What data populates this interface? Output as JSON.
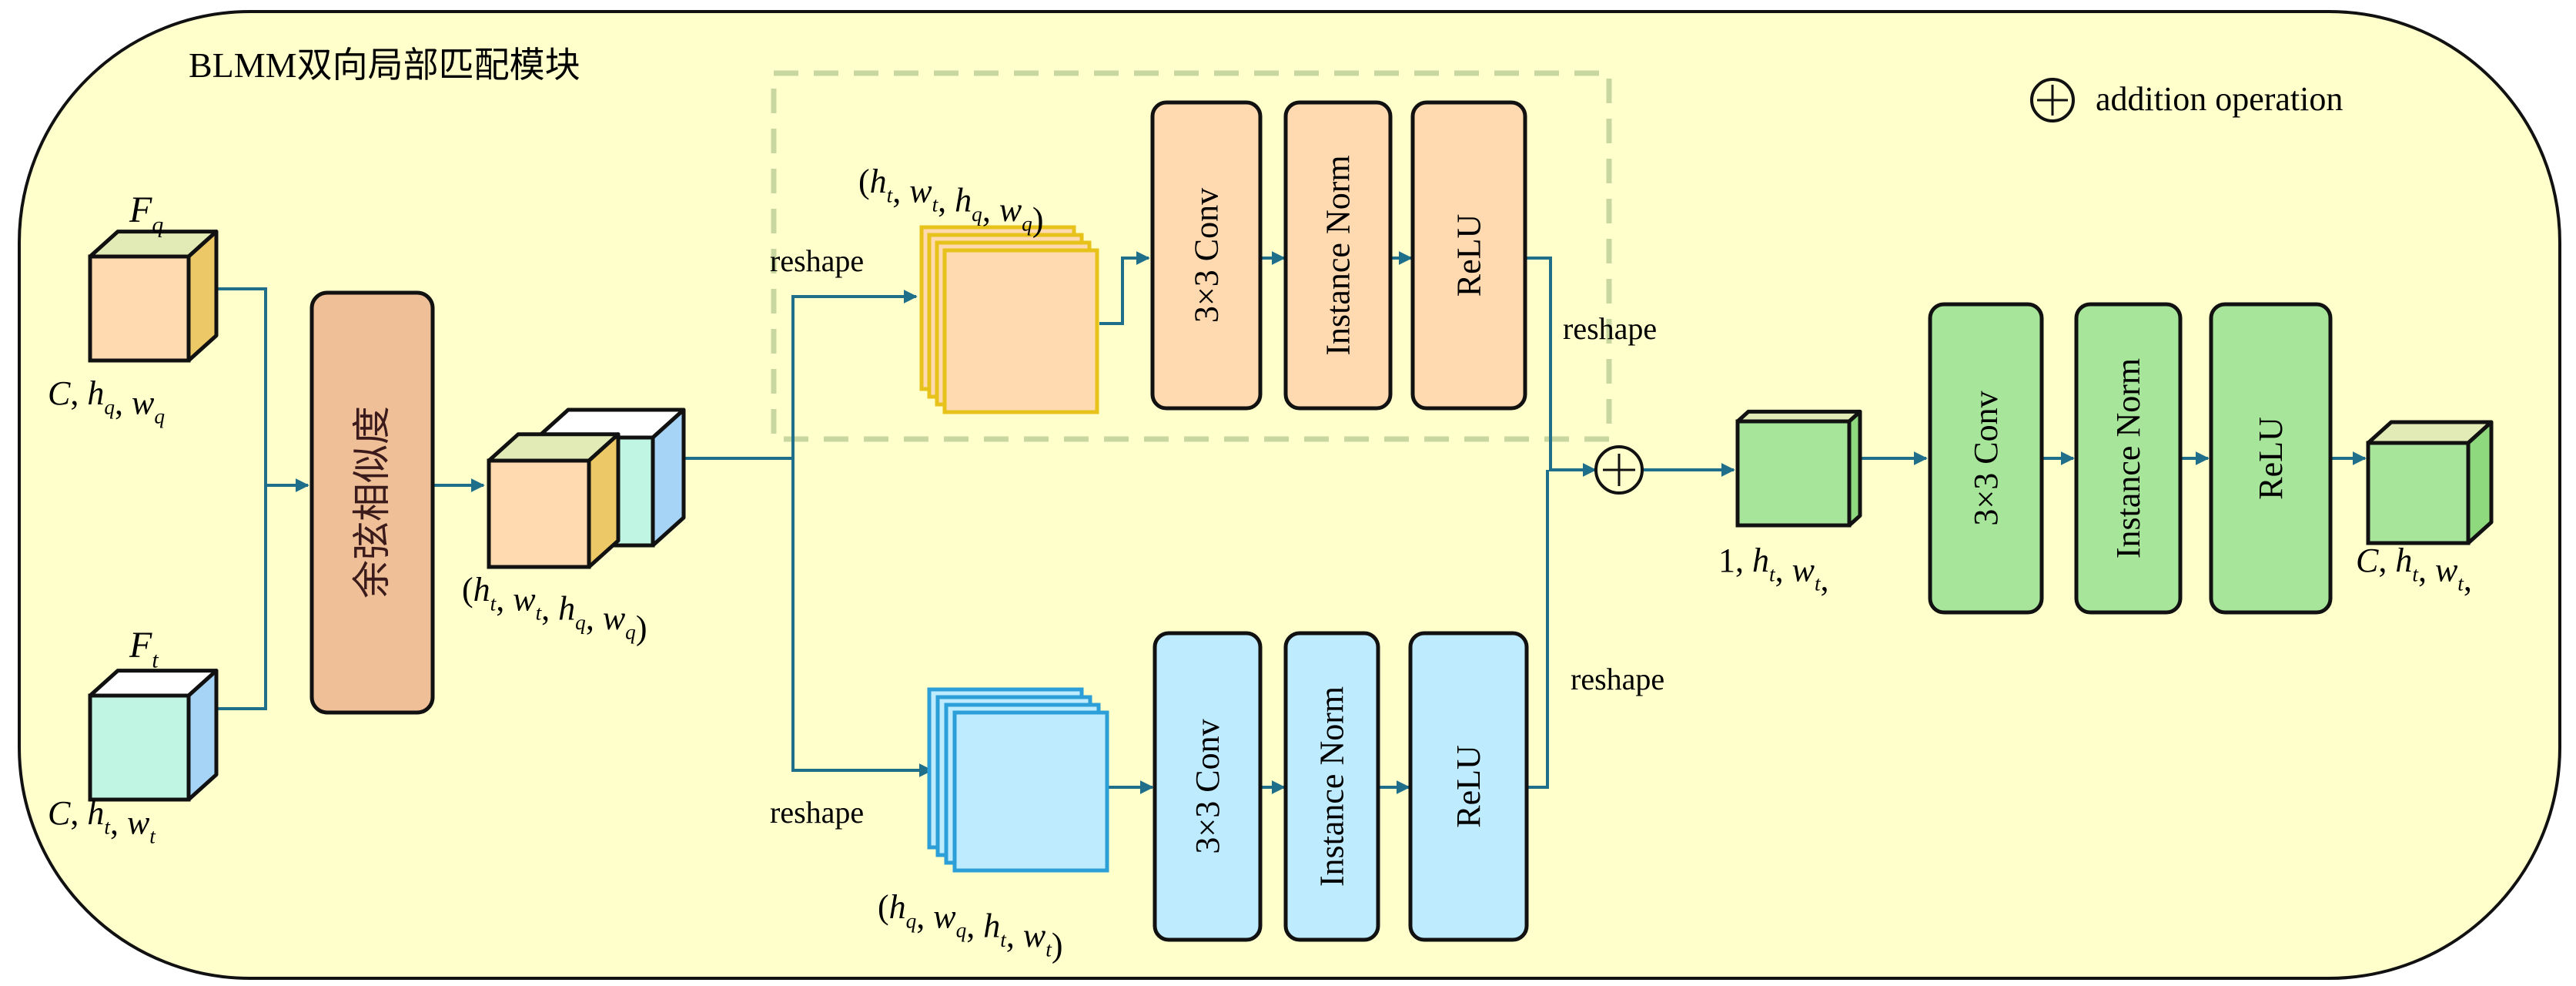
{
  "title": "BLMM双向局部匹配模块",
  "legend": {
    "symbol": "⊕",
    "label": "addition operation"
  },
  "colors": {
    "background": "#FFFFCC",
    "border": "#111111",
    "arrow": "#1F6F8B",
    "dashed_box": "#C8D7A0",
    "query_front": "#FFD9B0",
    "query_top": "#E2EBB6",
    "query_side": "#EDC866",
    "target_front": "#BFF5E2",
    "target_top": "#FFFFFF",
    "target_side": "#A6D4F7",
    "cosine_box": "#EFBF98",
    "orange_box": "#FFD9B0",
    "orange_stack_border": "#E6C21A",
    "blue_box": "#BFEBFF",
    "blue_stack_border": "#2D9FD8",
    "green_box": "#A6E59A",
    "green_side": "#8ED87E",
    "green_top": "#E2EBB6"
  },
  "inputs": {
    "query": {
      "name": "F",
      "sub": "q",
      "dims": [
        {
          "t": "C"
        },
        {
          "t": "h",
          "s": "q"
        },
        {
          "t": "w",
          "s": "q"
        }
      ]
    },
    "target": {
      "name": "F",
      "sub": "t",
      "dims": [
        {
          "t": "C"
        },
        {
          "t": "h",
          "s": "t"
        },
        {
          "t": "w",
          "s": "t"
        }
      ]
    }
  },
  "cosine_block": {
    "label": "余弦相似度"
  },
  "similarity_dims": [
    {
      "t": "h",
      "s": "t"
    },
    {
      "t": "w",
      "s": "t"
    },
    {
      "t": "h",
      "s": "q"
    },
    {
      "t": "w",
      "s": "q"
    }
  ],
  "upper_branch": {
    "reshape_in": "reshape",
    "dims": [
      {
        "t": "h",
        "s": "t"
      },
      {
        "t": "w",
        "s": "t"
      },
      {
        "t": "h",
        "s": "q"
      },
      {
        "t": "w",
        "s": "q"
      }
    ],
    "blocks": [
      "3×3 Conv",
      "Instance Norm",
      "ReLU"
    ],
    "reshape_out": "reshape"
  },
  "lower_branch": {
    "reshape_in": "reshape",
    "dims": [
      {
        "t": "h",
        "s": "q"
      },
      {
        "t": "w",
        "s": "q"
      },
      {
        "t": "h",
        "s": "t"
      },
      {
        "t": "w",
        "s": "t"
      }
    ],
    "blocks": [
      "3×3 Conv",
      "Instance Norm",
      "ReLU"
    ],
    "reshape_out": "reshape"
  },
  "fused": {
    "dims": [
      {
        "t": "1",
        "plain": true
      },
      {
        "t": "h",
        "s": "t"
      },
      {
        "t": "w",
        "s": "t"
      }
    ],
    "trailing_comma": true
  },
  "output_branch": {
    "blocks": [
      "3×3 Conv",
      "Instance Norm",
      "ReLU"
    ]
  },
  "output": {
    "dims": [
      {
        "t": "C"
      },
      {
        "t": "h",
        "s": "t"
      },
      {
        "t": "w",
        "s": "t"
      }
    ],
    "trailing_comma": true
  }
}
